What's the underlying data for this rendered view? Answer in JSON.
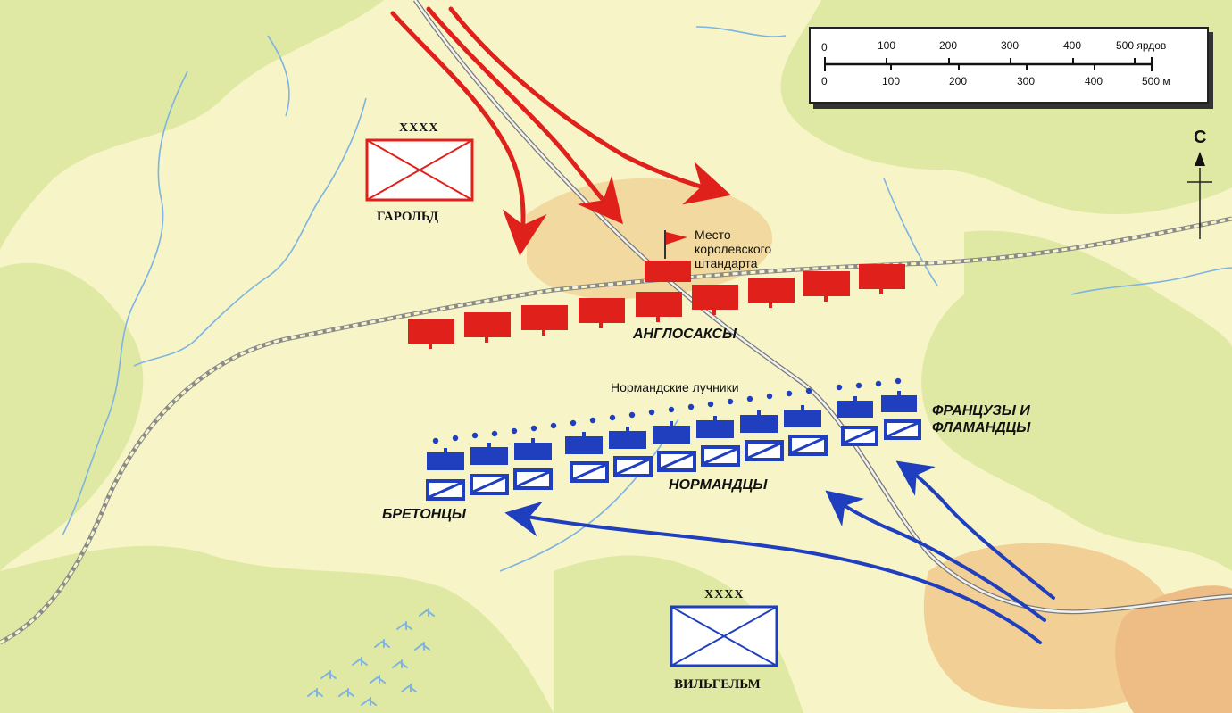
{
  "scale": {
    "yards_labels": [
      "0",
      "100",
      "200",
      "300",
      "400",
      "500 ярдов"
    ],
    "meters_labels": [
      "0",
      "100",
      "200",
      "300",
      "400",
      "500 м"
    ]
  },
  "compass": {
    "north_label": "С"
  },
  "commanders": {
    "harold": {
      "echelon": "XXXX",
      "name": "ГАРОЛЬД"
    },
    "william": {
      "echelon": "XXXX",
      "name": "ВИЛЬГЕЛЬМ"
    }
  },
  "labels": {
    "standard": "Место\nкоролевского\nштандарта",
    "anglo_saxons": "АНГЛОСАКСЫ",
    "norman_archers": "Нормандские лучники",
    "normans": "НОРМАНДЦЫ",
    "bretons": "БРЕТОНЦЫ",
    "french_flemish": "ФРАНЦУЗЫ И\nФЛАМАНДЦЫ"
  },
  "colors": {
    "english": "#e0211b",
    "norman": "#1f3fbf",
    "land_light": "#f7f5c8",
    "land_green": "#dfe9a3",
    "hill": "#f2d9a0",
    "water": "#7fb3e0"
  }
}
